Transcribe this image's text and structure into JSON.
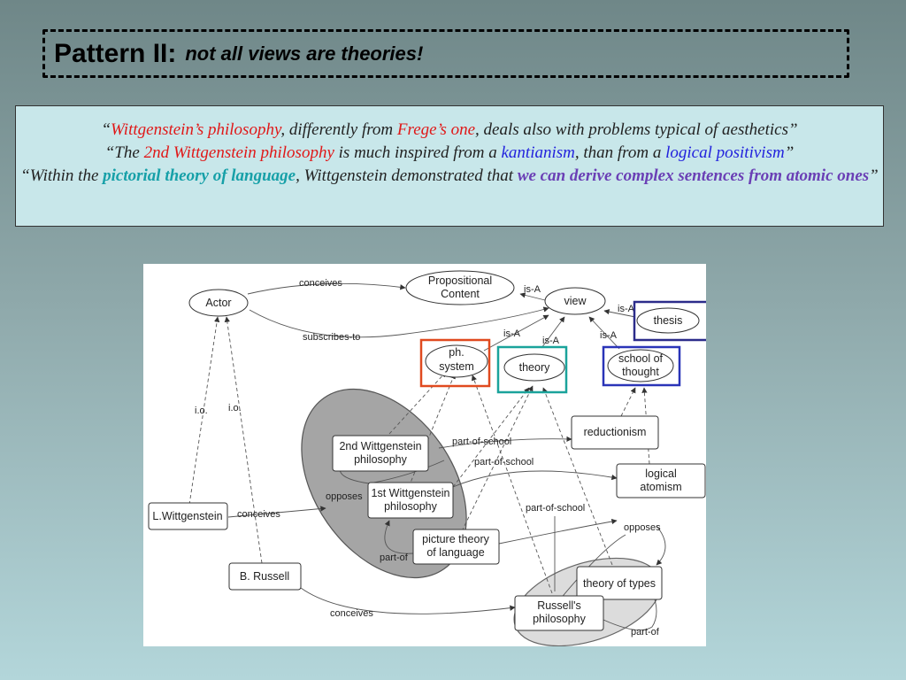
{
  "slide": {
    "title_main": "Pattern II:",
    "title_sub": "not all views are theories!"
  },
  "quotes": {
    "q1": {
      "open": "“",
      "wittgenstein_philosophy": "Wittgenstein’s philosophy",
      "mid1": ", differently from ",
      "frege": "Frege’s one",
      "end": ", deals also with problems typical of aesthetics”"
    },
    "q2": {
      "open": "“The ",
      "second_wittgenstein": "2nd Wittgenstein philosophy",
      "mid1": " is much inspired from a ",
      "kantianism": "kantianism",
      "mid2": ", than from a ",
      "logical": "logical",
      "space": " ",
      "positivism": "positivism",
      "end": "”"
    },
    "q3": {
      "open": "“Within the ",
      "pictorial": "pictorial theory of language",
      "mid1": ", Wittgenstein demonstrated that ",
      "derive": "we can derive complex sentences from atomic ones",
      "end": "”"
    }
  },
  "diagram": {
    "nodes": {
      "actor": "Actor",
      "propositional_line1": "Propositional",
      "propositional_line2": "Content",
      "view": "view",
      "thesis": "thesis",
      "ph_system_line1": "ph.",
      "ph_system_line2": "system",
      "theory": "theory",
      "school_line1": "school of",
      "school_line2": "thought",
      "reductionism": "reductionism",
      "logical_atomism_line1": "logical",
      "logical_atomism_line2": "atomism",
      "second_w_line1": "2nd Wittgenstein",
      "second_w_line2": "philosophy",
      "first_w_line1": "1st Wittgenstein",
      "first_w_line2": "philosophy",
      "picture_line1": "picture theory",
      "picture_line2": "of language",
      "l_wittgenstein": "L.Wittgenstein",
      "b_russell": "B. Russell",
      "theory_of_types": "theory of types",
      "russells_line1": "Russell's",
      "russells_line2": "philosophy"
    },
    "edges": {
      "conceives_top": "conceives",
      "subscribes_to": "subscribes-to",
      "is_a_1": "is-A",
      "is_a_2": "is-A",
      "is_a_3": "is-A",
      "is_a_4": "is-A",
      "is_a_5": "is-A",
      "io_1": "i.o.",
      "io_2": "i.o.",
      "part_of_school_1": "part-of-school",
      "part_of_school_2": "part-of-school",
      "part_of_school_3": "part-of-school",
      "opposes_1": "opposes",
      "opposes_2": "opposes",
      "conceives_wittgenstein": "conceives",
      "conceives_russell": "conceives",
      "part_of_1": "part-of",
      "part_of_2": "part-of"
    },
    "colors": {
      "ph_system_box": "#e04a1f",
      "theory_box": "#1aa39b",
      "school_box": "#2a34b8",
      "thesis_box": "#2c2c8a"
    }
  }
}
